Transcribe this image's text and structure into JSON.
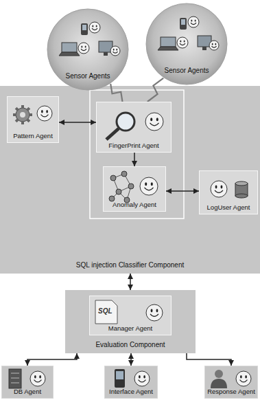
{
  "diagram": {
    "nodes": [
      {
        "text": [
          "Sensor Agents"
        ]
      },
      {
        "text": [
          "Sensor Agents"
        ]
      },
      {
        "text": [
          "SQL injection Classifier Component"
        ]
      },
      {
        "text": [
          "Pattern Agent"
        ],
        "in": 2
      },
      {
        "text": [
          "FingerPrint Agent"
        ],
        "in": 2
      },
      {
        "text": [
          "Anomaly Agent"
        ],
        "in": 2
      },
      {
        "text": [
          "LogUser Agent"
        ],
        "in": 2
      },
      {
        "text": [
          "Evaluation Component"
        ]
      },
      {
        "text": [
          "Manager Agent"
        ],
        "in": 7
      },
      {
        "text": [
          "DB Agent"
        ]
      },
      {
        "text": [
          "Interface Agent"
        ]
      },
      {
        "text": [
          "Response Agent"
        ]
      }
    ],
    "edges": [
      {
        "from": 0,
        "to": 4,
        "arrow": "none"
      },
      {
        "from": 1,
        "to": 4,
        "arrow": "none"
      },
      {
        "from": 3,
        "to": 4,
        "arrow": "both"
      },
      {
        "from": 4,
        "to": 5,
        "arrow": "to"
      },
      {
        "from": 5,
        "to": 6,
        "arrow": "both"
      },
      {
        "from": 2,
        "to": 7,
        "arrow": "both"
      },
      {
        "from": 7,
        "to": 9,
        "arrow": "both"
      },
      {
        "from": 7,
        "to": 10,
        "arrow": "both"
      },
      {
        "from": 7,
        "to": 11,
        "arrow": "to"
      }
    ],
    "labels": [
      "SQL"
    ]
  }
}
